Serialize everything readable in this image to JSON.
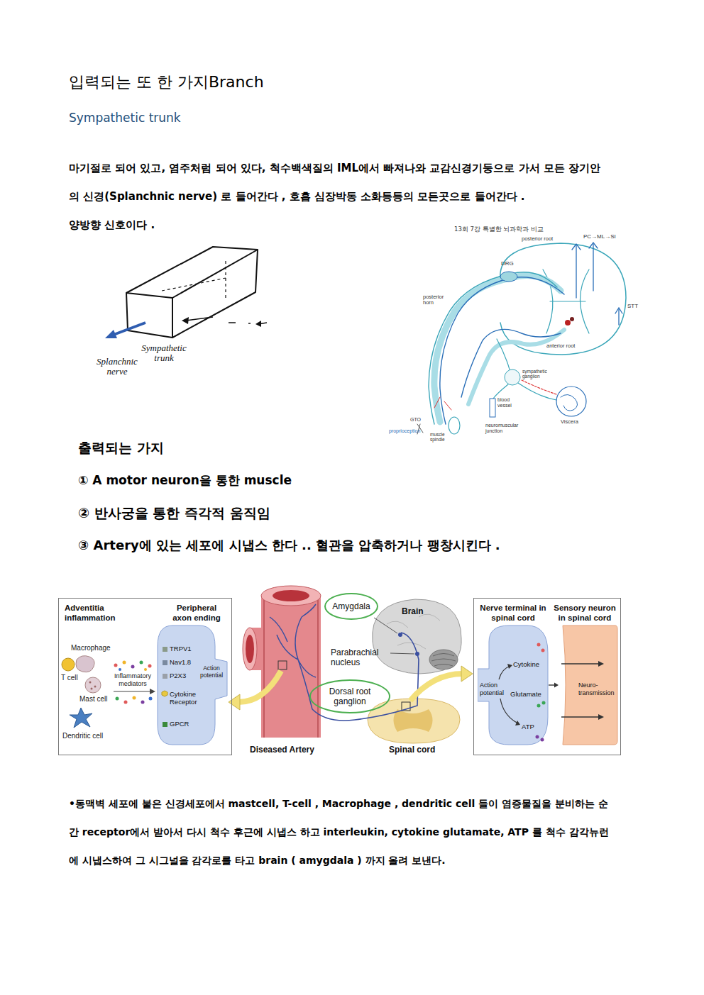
{
  "diagram": {
    "title": "입력되는 또 한 가지Branch",
    "nodes": [
      {
        "text": [
          "Adventitia inflammation",
          "Peripheral axon ending"
        ]
      },
      {
        "text": [
          "TRPV1",
          "Nav1.8",
          "P2X3",
          "Cytokine Receptor",
          "GPCR",
          "Action potential"
        ],
        "in": 0
      },
      {
        "text": [
          "Amygdala"
        ]
      },
      {
        "text": [
          "Dorsal root ganglion"
        ]
      },
      {
        "text": [
          "Nerve terminal in spinal cord",
          "Sensory neuron in spinal cord"
        ]
      },
      {
        "text": [
          "Cytokine",
          "Action potential",
          "Glutamate",
          "ATP"
        ],
        "in": 4
      },
      {
        "text": [
          "Neuro-transmission"
        ],
        "in": 4
      }
    ],
    "edges": [
      {
        "from": 5,
        "to": 6,
        "arrow": "to"
      }
    ],
    "labels": [
      "Sympathetic trunk",
      "마기절로 되어 있고, 염주처럼 되어 있다, 척수백색질의 IML에서 빠져나와 교감신경기둥으로 가서 모든 장기안의 신경(Splanchnic nerve) 로 들어간다 , 호흡 심장박동 소화등등의 모든곳으로 들어간다 .",
      "양방향 신호이다 .",
      "13회 7강 특별한 뇌과학과 비교",
      "DRG",
      "posterior root",
      "PC→ML→SI",
      "posterior horn",
      "STT",
      "anterior root",
      "sympathetic ganglion",
      "Sympathetic trunk",
      "Splanchnic nerve",
      "blood vessel",
      "Viscera",
      "GTO",
      "proprioception",
      "muscle spindle",
      "neuromuscular junction",
      "출력되는 가지",
      "① A motor neuron을 통한 muscle",
      "② 반사궁을 통한 즉각적 움직임",
      "③ Artery에 있는 세포에 시냅스 한다 .. 혈관을 압축하거나 팽창시킨다 .",
      "Macrophage",
      "T cell",
      "Inflammatory mediators",
      "Mast cell",
      "Dendritic cell",
      "Brain",
      "Parabrachial nucleus",
      "Diseased Artery",
      "Spinal cord",
      "•동맥벽 세포에 붙은 신경세포에서 mastcell, T-cell , Macrophage , dendritic cell 들이 염증물질을 분비하는 순간 receptor에서 받아서 다시 척수 후근에 시냅스 하고 interleukin, cytokine glutamate, ATP 를 척수 감각뉴런에 시냅스하여 그 시그널을 감각로를 타고 brain ( amygdala ) 까지 올려 보낸다."
    ]
  }
}
